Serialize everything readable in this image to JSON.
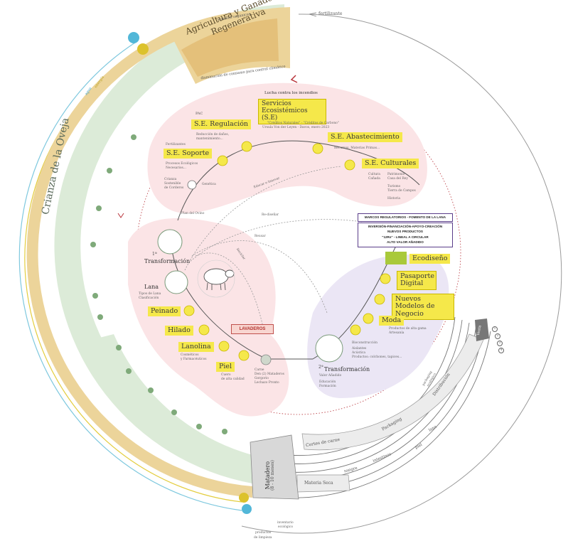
{
  "ring": {
    "outer_title": "Crianza de la Oveja",
    "agri_title": "Agricultura y Ganadería Regenerativa",
    "agri_top": "semillas orgánicas",
    "agri_bottom": "disminución de consumo para control climático",
    "fertilizante": "fertilizante",
    "agua": "agua",
    "energia": "energía"
  },
  "se": {
    "lucha": "Lucha contra los incendios",
    "title": "Servicios Ecosistémicos (S.E)",
    "sub1": "\"Créditos Naturales\" - \"Créditos de Carbono\"",
    "sub2": "Ursula Von der Leyen - Davos, enero 2023",
    "pac": "PAC",
    "regulacion": "S.E. Regulación",
    "regulacion_sub1": "Reducción de daños,",
    "regulacion_sub2": "mantenimiento...",
    "fertilizantes": "Fertilizantes",
    "soporte": "S.E. Soporte",
    "soporte_sub1": "Procesos Ecológicos",
    "soporte_sub2": "Necesarios...",
    "crianza1": "Crianza",
    "crianza2": "Sostenible",
    "crianza3": "de Corderos",
    "genetica": "Genética",
    "abastecimiento": "S.E. Abastecimiento",
    "abastecimiento_sub": "Recursos, Materias Primas...",
    "culturales": "S.E. Culturales",
    "cult_1": "Cultura",
    "cult_2": "Cañada",
    "patrimonio": "Patrimonio",
    "casa": "Casa del Rey",
    "turismo": "Turismo",
    "tierra": "Tierra de Campos",
    "historia": "Historia"
  },
  "flow": {
    "plan": "Plan del Ovino",
    "educar": "Educar e Innovar",
    "redisenar": "Re-diseñar",
    "reusar": "Reusar",
    "reciclar": "Reciclar"
  },
  "left": {
    "primera": "1ª",
    "transformacion": "Transformación",
    "lana": "Lana",
    "lana_sub1": "Tipos de Lana",
    "lana_sub2": "Clasificación",
    "peinado": "Peinado",
    "hilado": "Hilado",
    "lanolina": "Lanolina",
    "lanolina_sub1": "Cosméticos",
    "lanolina_sub2": "y Farmacéuticos",
    "piel": "Piel",
    "piel_sub1": "Cuero",
    "piel_sub2": "de alta calidad",
    "carne": "Carne",
    "carne_sub1": "Den (2) Mataderos",
    "carne_sub2": "Gorgorio",
    "carne_sub3": "Lechazo Pronto",
    "lavaderos": "LAVADEROS"
  },
  "right": {
    "marcos": "MARCOS REGULATORIOS - FOMENTO DE LA LANA",
    "inv1": "INVERSIÓN-FINANCIACIÓN-APOYO-CREACIÓN",
    "inv2": "NUEVOS PRODUCTOS",
    "inv3": "\"12Rs\" - LINEAL A CIRCULAR",
    "inv4": "ALTO VALOR AÑADIDO",
    "ecodiseno": "Ecodiseño",
    "pasaporte": "Pasaporte Digital",
    "modelos": "Nuevos Modelos de Negocio",
    "moda": "Moda",
    "moda_sub1": "Productos de alta gama",
    "moda_sub2": "Artesanía",
    "bio1": "Bioconstrucción",
    "bio2": "Aislantes",
    "bio3": "Acústica",
    "bio4": "Productos: colchones, tapices...",
    "segunda": "2ª",
    "transformacion": "Transformación",
    "valor": "Valor Añadido",
    "educacion": "Educación",
    "formacion": "Formación"
  },
  "bottom": {
    "matadero": "Matadero",
    "matadero_sub": "(8 - 10 meses)",
    "cortes": "Cortes de carne",
    "packaging": "Packaging",
    "distribucion": "Distribución",
    "venta": "Venta",
    "lana": "lana",
    "piel": "piel",
    "intestinos": "intestinos",
    "sangre": "sangre",
    "materia_seca": "Materia Seca",
    "packaging_eco1": "packaging",
    "packaging_eco2": "ecológico",
    "productos": "productos",
    "limpieza": "de limpieza",
    "inventario1": "inventario",
    "inventario2": "ecológico",
    "n1": "1",
    "n2": "2",
    "n3": "3",
    "n4": "4"
  },
  "colors": {
    "green_ring": "#dcebd8",
    "tan_ring": "#ecd49a",
    "pink_zone": "#fbe4e6",
    "purple_zone": "#ebe6f5",
    "yellow": "#f5e84a",
    "purple_border": "#5a3d8a",
    "red": "#b8333a"
  }
}
